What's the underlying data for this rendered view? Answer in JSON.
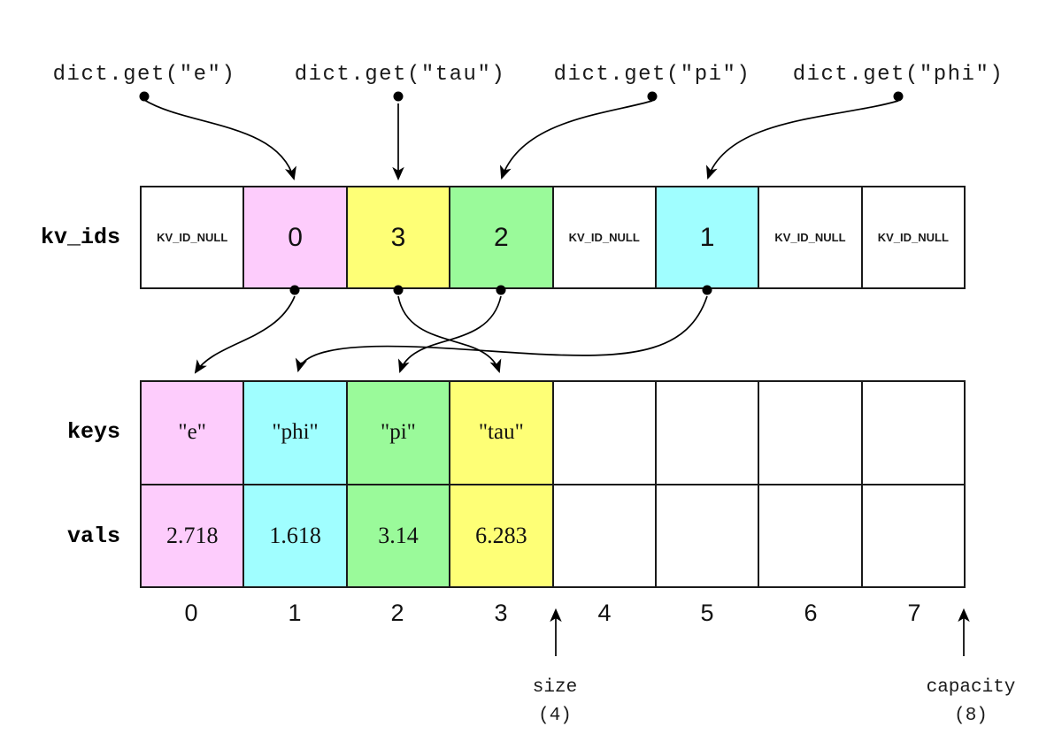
{
  "queries": [
    {
      "label": "dict.get(\"e\")"
    },
    {
      "label": "dict.get(\"tau\")"
    },
    {
      "label": "dict.get(\"pi\")"
    },
    {
      "label": "dict.get(\"phi\")"
    }
  ],
  "kv_ids": {
    "label": "kv_ids",
    "cells": [
      {
        "text": "KV_ID_NULL",
        "color": "#ffffff"
      },
      {
        "text": "0",
        "color": "#fdccfc"
      },
      {
        "text": "3",
        "color": "#feff76"
      },
      {
        "text": "2",
        "color": "#9afa9a"
      },
      {
        "text": "KV_ID_NULL",
        "color": "#ffffff"
      },
      {
        "text": "1",
        "color": "#a0feff"
      },
      {
        "text": "KV_ID_NULL",
        "color": "#ffffff"
      },
      {
        "text": "KV_ID_NULL",
        "color": "#ffffff"
      }
    ]
  },
  "keys": {
    "label": "keys",
    "cells": [
      {
        "text": "\"e\"",
        "color": "#fdccfc"
      },
      {
        "text": "\"phi\"",
        "color": "#a0feff"
      },
      {
        "text": "\"pi\"",
        "color": "#9afa9a"
      },
      {
        "text": "\"tau\"",
        "color": "#feff76"
      },
      {
        "text": "",
        "color": "#ffffff"
      },
      {
        "text": "",
        "color": "#ffffff"
      },
      {
        "text": "",
        "color": "#ffffff"
      },
      {
        "text": "",
        "color": "#ffffff"
      }
    ]
  },
  "vals": {
    "label": "vals",
    "cells": [
      {
        "text": "2.718",
        "color": "#fdccfc"
      },
      {
        "text": "1.618",
        "color": "#a0feff"
      },
      {
        "text": "3.14",
        "color": "#9afa9a"
      },
      {
        "text": "6.283",
        "color": "#feff76"
      },
      {
        "text": "",
        "color": "#ffffff"
      },
      {
        "text": "",
        "color": "#ffffff"
      },
      {
        "text": "",
        "color": "#ffffff"
      },
      {
        "text": "",
        "color": "#ffffff"
      }
    ]
  },
  "indices": [
    "0",
    "1",
    "2",
    "3",
    "4",
    "5",
    "6",
    "7"
  ],
  "size_annotation": {
    "label": "size",
    "value": "(4)"
  },
  "capacity_annotation": {
    "label": "capacity",
    "value": "(8)"
  }
}
